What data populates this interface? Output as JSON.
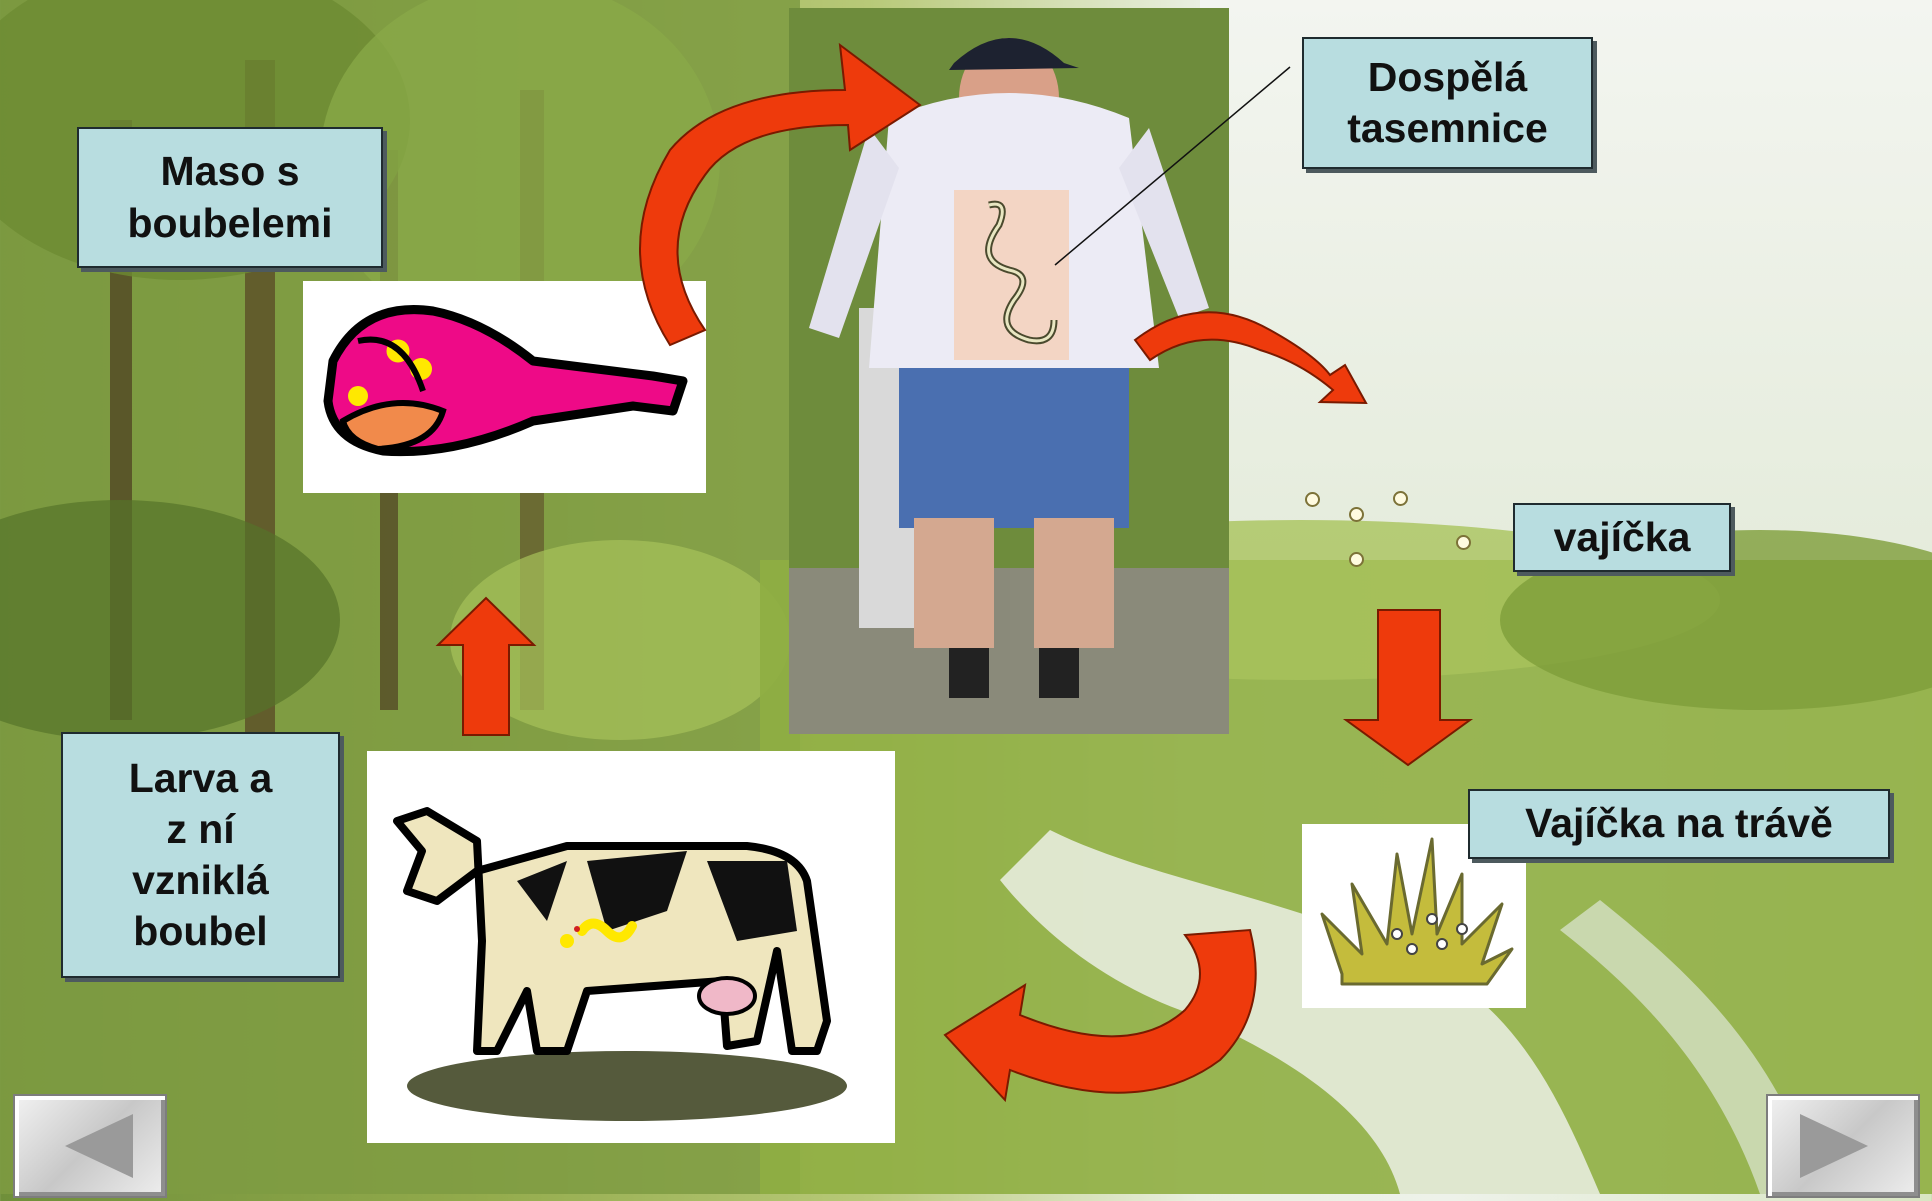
{
  "labels": {
    "maso": "Maso s\nboubelemi",
    "dospela": "Dospělá\ntasemnice",
    "vajicka": "vajíčka",
    "trava": "Vajíčka na trávě",
    "larva": "Larva a\nz ní\nvzniklá\nboubel"
  },
  "colors": {
    "label_bg": "#b8dde0",
    "arrow_red": "#ee3a0c",
    "ham_pink": "#ee0a87"
  },
  "icons": {
    "ham": "ham-icon",
    "cow": "cow-icon",
    "grass": "grass-with-eggs-icon",
    "tapeworm": "tapeworm-icon",
    "person": "person-walking-photo",
    "prev": "triangle-left-icon",
    "next": "triangle-right-icon"
  }
}
